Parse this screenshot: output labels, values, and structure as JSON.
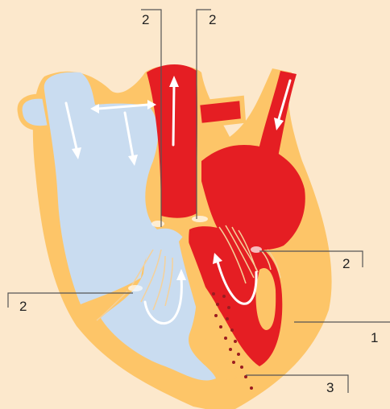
{
  "labels": {
    "valve_pulmonary": "2",
    "valve_aortic": "2",
    "valve_mitral": "2",
    "valve_tricuspid": "2",
    "myocardium": "1",
    "conduction": "3"
  },
  "colors": {
    "background": "#FCE8CC",
    "myocardium": "#FDC568",
    "deoxygenated": "#C9DCF0",
    "oxygenated": "#E51E23",
    "lines": "#555555",
    "conduction_dots": "#9B1C20",
    "arrows": "#FFFFFF"
  }
}
